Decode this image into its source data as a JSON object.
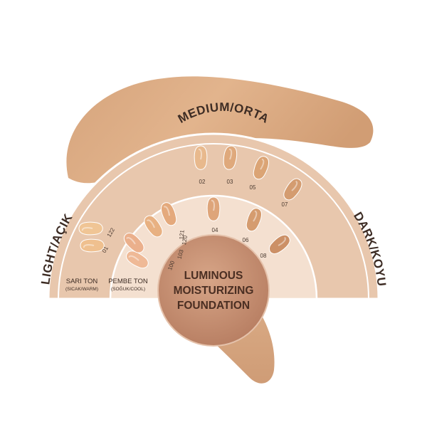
{
  "colors": {
    "outer_ring": "#e8c7ad",
    "outer_ring_stroke": "#b8876a",
    "inner_ring": "#f1d7c2",
    "center_disc": "#c59073",
    "swatch": "#e9b98b",
    "swatch_pink": "#e6ad8e",
    "text_dark": "#3d2c24"
  },
  "labels": {
    "medium": "MEDIUM/ORTA",
    "light": "LIGHT/AÇIK",
    "dark": "DARK/KOYU"
  },
  "tones": {
    "warm_main": "SARI TON",
    "warm_sub": "(SICAK/WARM)",
    "cool_main": "PEMBE TON",
    "cool_sub": "(SOĞUK/COOL)"
  },
  "center": {
    "line1": "LUMINOUS",
    "line2": "MOISTURIZING",
    "line3": "FOUNDATION"
  },
  "shades": [
    {
      "code": "01",
      "color": "#f0c595"
    },
    {
      "code": "122",
      "color": "#efc08f"
    },
    {
      "code": "100",
      "color": "#efb996"
    },
    {
      "code": "103",
      "color": "#ebb08c"
    },
    {
      "code": "120",
      "color": "#e8b182"
    },
    {
      "code": "121",
      "color": "#e4a97c"
    },
    {
      "code": "02",
      "color": "#e8b98d"
    },
    {
      "code": "03",
      "color": "#dfa97c"
    },
    {
      "code": "05",
      "color": "#dba475"
    },
    {
      "code": "07",
      "color": "#d49c70"
    },
    {
      "code": "04",
      "color": "#dea57a"
    },
    {
      "code": "06",
      "color": "#d59c6f"
    },
    {
      "code": "08",
      "color": "#cc9066"
    }
  ]
}
